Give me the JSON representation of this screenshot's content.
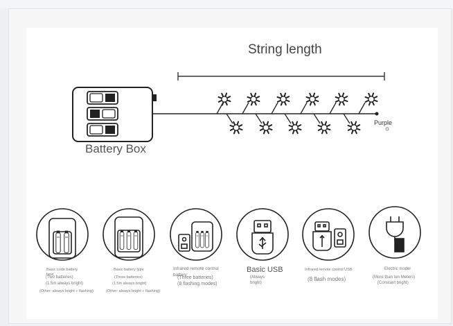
{
  "diagram": {
    "string_length_label": "String length",
    "battery_box_label": "Battery Box",
    "end_label": "Purple"
  },
  "models": [
    {
      "lines": [
        "Basic code battery",
        "type",
        "(Two batteries)",
        "(1.5m always bright)",
        "(Other: always bright + flashing)"
      ]
    },
    {
      "lines": [
        "Basic battery type",
        "(Three batteries)",
        "(1.5m always bright)",
        "(Other: always bright + flashing)"
      ]
    },
    {
      "lines": [
        "Infrared remote control",
        "battery",
        "(Three batteries)",
        "(8 flashing modes)"
      ]
    },
    {
      "lines": [
        "Basic USB",
        "(Always",
        "bright)"
      ]
    },
    {
      "lines": [
        "Infrared remote control USB",
        "(8 flash modes)"
      ]
    },
    {
      "lines": [
        "Electric model",
        "(More than ten Meters)",
        "(Constant bright)"
      ]
    }
  ]
}
